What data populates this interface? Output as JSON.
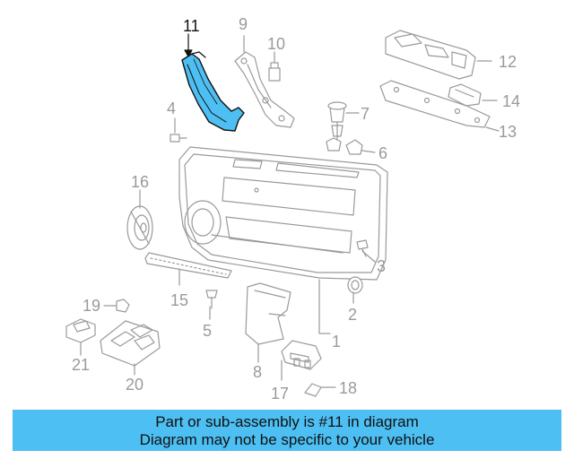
{
  "diagram": {
    "highlighted_part": "11",
    "callouts": [
      "11",
      "9",
      "10",
      "12",
      "14",
      "13",
      "4",
      "7",
      "6",
      "16",
      "3",
      "15",
      "19",
      "5",
      "2",
      "1",
      "21",
      "20",
      "8",
      "17",
      "18"
    ],
    "colors": {
      "highlight": "#4dbff2",
      "outline": "#9a9a9a",
      "highlight_outline": "#111111"
    }
  },
  "banner": {
    "line1": "Part or sub-assembly is #11 in diagram",
    "line2": "Diagram may not be specific to your vehicle",
    "color": "#4dbff2"
  }
}
